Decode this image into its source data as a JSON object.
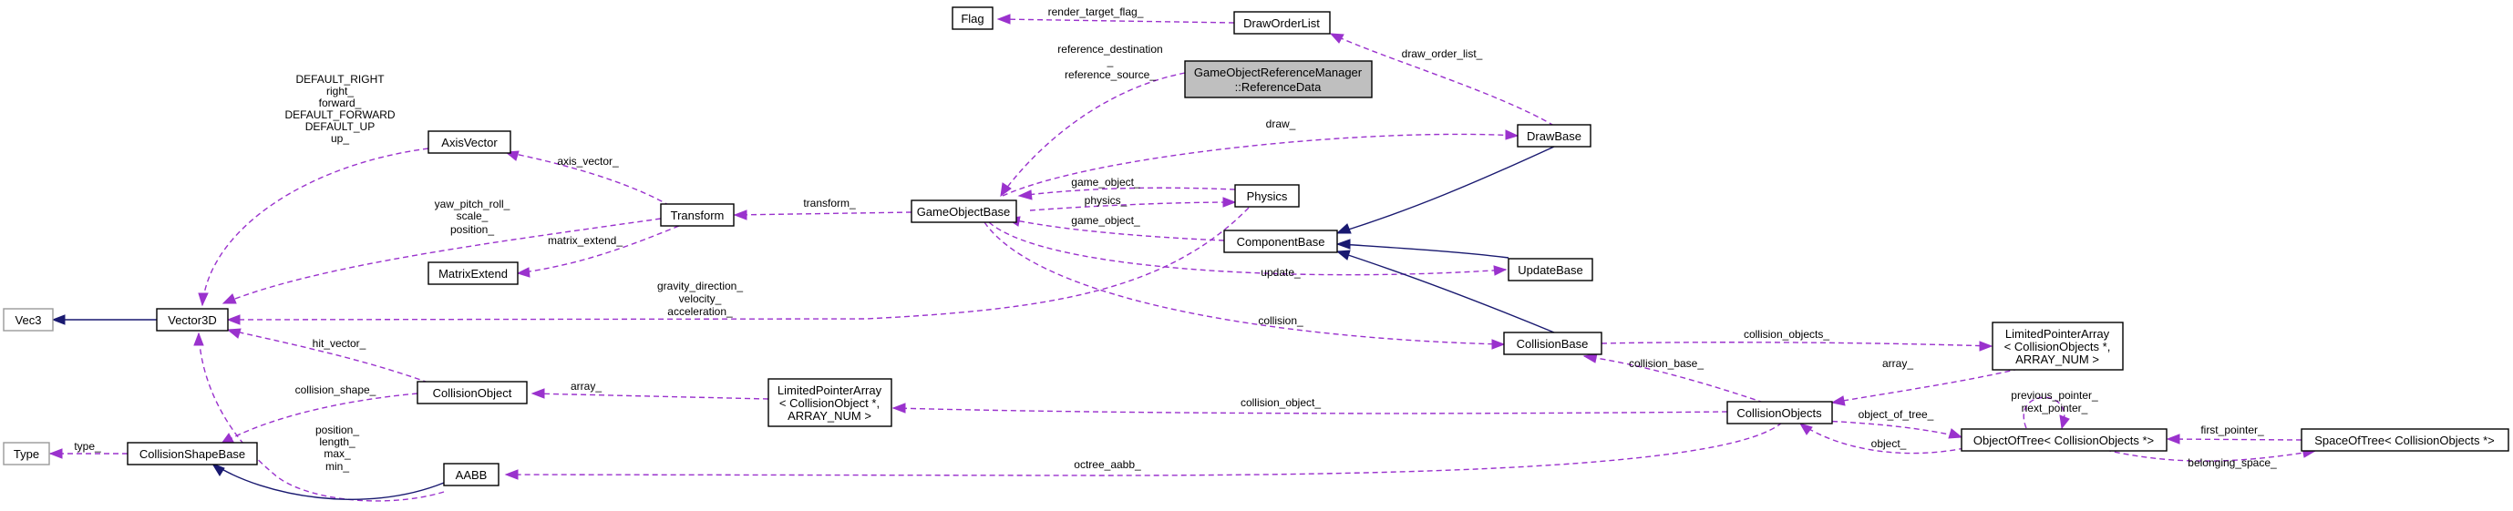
{
  "nodes": {
    "flag": [
      "Flag"
    ],
    "draw_order_list": [
      "DrawOrderList"
    ],
    "reference_data": [
      "GameObjectReferenceManager",
      "::ReferenceData"
    ],
    "draw_base": [
      "DrawBase"
    ],
    "axis_vector": [
      "AxisVector"
    ],
    "transform": [
      "Transform"
    ],
    "game_object_base": [
      "GameObjectBase"
    ],
    "physics": [
      "Physics"
    ],
    "component_base": [
      "ComponentBase"
    ],
    "update_base": [
      "UpdateBase"
    ],
    "matrix_extend": [
      "MatrixExtend"
    ],
    "vec3": [
      "Vec3"
    ],
    "vector3d": [
      "Vector3D"
    ],
    "collision_object": [
      "CollisionObject"
    ],
    "lpa_collision_object": [
      "LimitedPointerArray",
      "< CollisionObject *,",
      "ARRAY_NUM >"
    ],
    "collision_base": [
      "CollisionBase"
    ],
    "lpa_collision_objects": [
      "LimitedPointerArray",
      "< CollisionObjects *,",
      "ARRAY_NUM >"
    ],
    "collision_objects": [
      "CollisionObjects"
    ],
    "type": [
      "Type"
    ],
    "collision_shape_base": [
      "CollisionShapeBase"
    ],
    "aabb": [
      "AABB"
    ],
    "object_of_tree": [
      "ObjectOfTree< CollisionObjects *>"
    ],
    "space_of_tree": [
      "SpaceOfTree< CollisionObjects *>"
    ]
  },
  "edge_labels": {
    "render_target_flag": [
      "render_target_flag_"
    ],
    "draw_order_list": [
      "draw_order_list_"
    ],
    "reference_ds": [
      "reference_destination",
      "_",
      "reference_source_"
    ],
    "draw": [
      "draw_"
    ],
    "axis_vector_labels": [
      "DEFAULT_RIGHT",
      "right_",
      "forward_",
      "DEFAULT_FORWARD",
      "DEFAULT_UP",
      "up_"
    ],
    "axis_vector_edge": [
      "axis_vector_"
    ],
    "transform_edge": [
      "transform_"
    ],
    "game_object_phys": [
      "game_object_"
    ],
    "physics_edge": [
      "physics_"
    ],
    "game_object_comp": [
      "game_object_"
    ],
    "vector3d_transform": [
      "yaw_pitch_roll_",
      "scale_",
      "position_"
    ],
    "matrix_extend_edge": [
      "matrix_extend_"
    ],
    "update_edge": [
      "update_"
    ],
    "physics_vectors": [
      "gravity_direction_",
      "velocity_",
      "acceleration_"
    ],
    "hit_vector": [
      "hit_vector_"
    ],
    "collision_edge": [
      "collision_"
    ],
    "collision_objects_edge": [
      "collision_objects_"
    ],
    "collision_base_edge": [
      "collision_base_"
    ],
    "array_left": [
      "array_"
    ],
    "array_right": [
      "array_"
    ],
    "collision_shape": [
      "collision_shape_"
    ],
    "collision_object_edge": [
      "collision_object_"
    ],
    "object_of_tree_edge": [
      "object_of_tree_"
    ],
    "prev_next": [
      "previous_pointer_",
      "next_pointer_"
    ],
    "object_edge": [
      "object_"
    ],
    "first_pointer": [
      "first_pointer_"
    ],
    "belonging_space": [
      "belonging_space_"
    ],
    "aabb_vectors": [
      "position_",
      "length_",
      "max_",
      "min_"
    ],
    "type_edge": [
      "type_"
    ],
    "octree_aabb": [
      "octree_aabb_"
    ]
  },
  "colors": {
    "usage_edge": "#9a32cd",
    "inheritance_edge": "#191970",
    "external_node_border": "#9a9a9a",
    "selected_node_fill": "#bfbfbf"
  }
}
